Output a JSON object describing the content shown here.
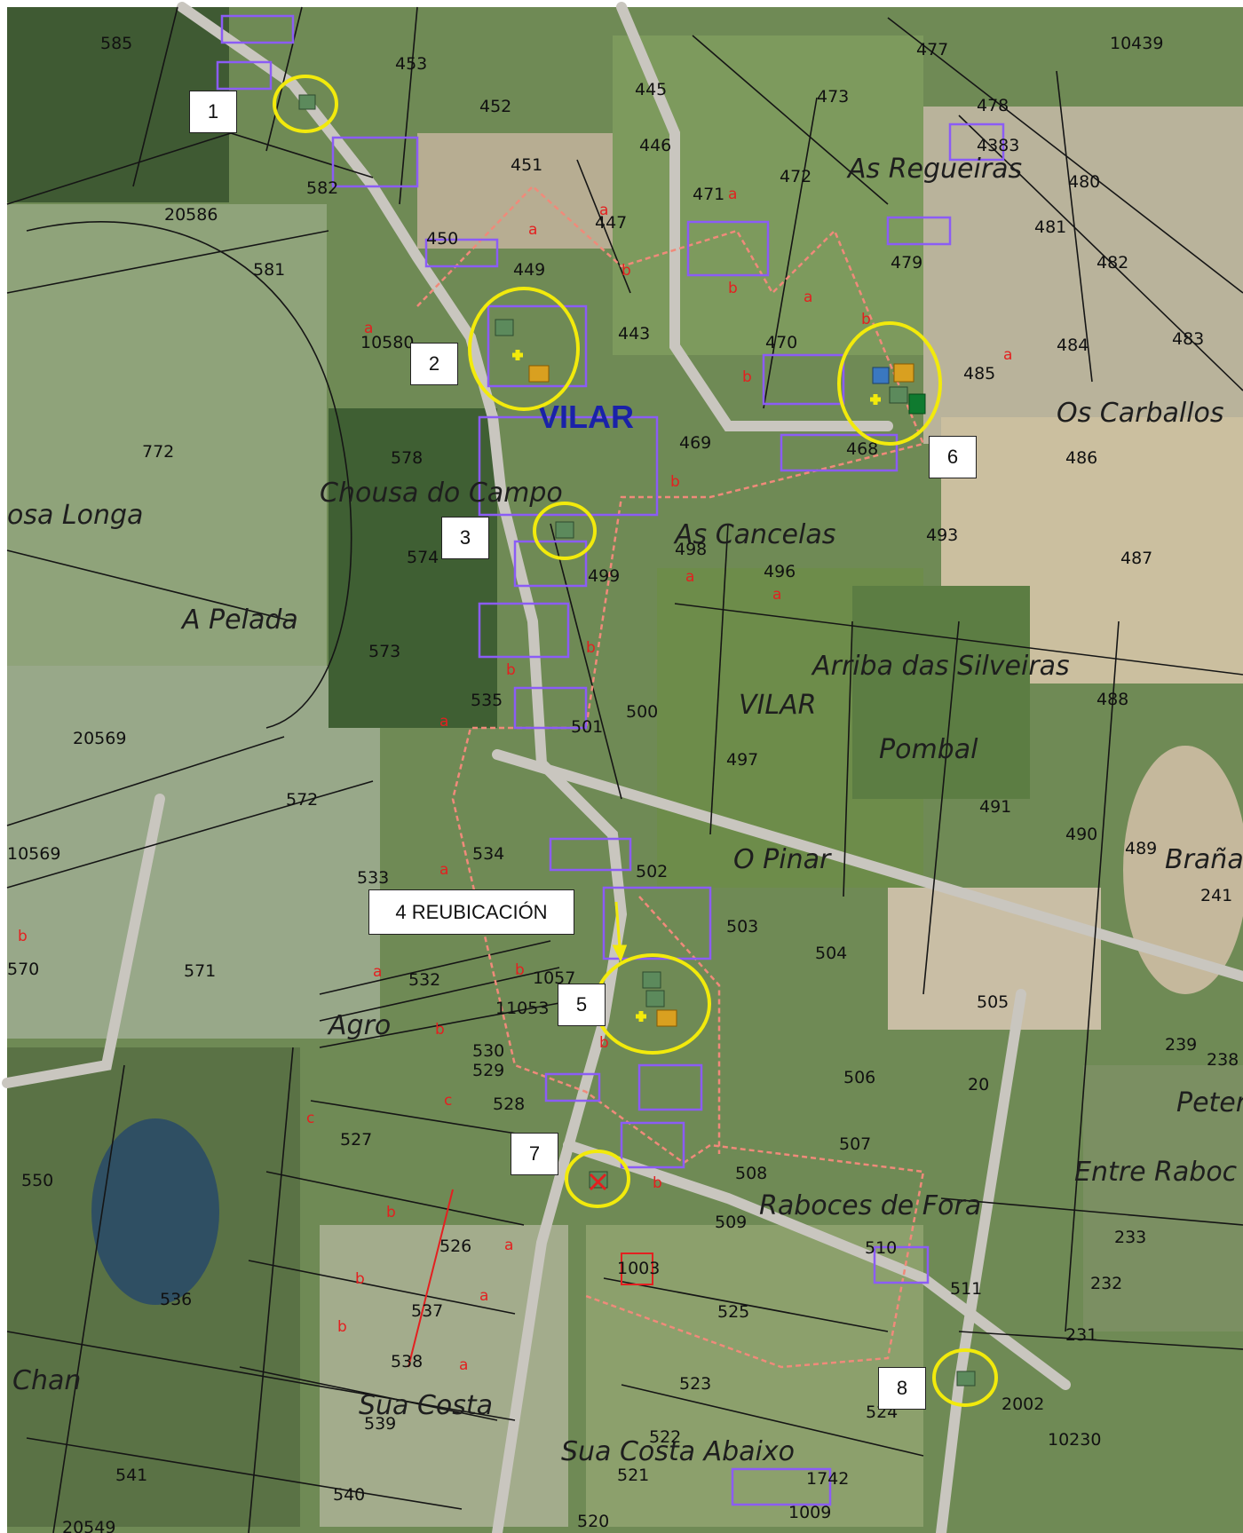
{
  "colors": {
    "ring": "#f2ea0c",
    "property_line": "#f08a7a",
    "buildings": "#8b5cf6",
    "red_marker": "#e32020",
    "road": "#c9c6bf",
    "water": "#2f4f63"
  },
  "callouts": [
    {
      "id": "c1",
      "label": "1"
    },
    {
      "id": "c2",
      "label": "2"
    },
    {
      "id": "c3",
      "label": "3"
    },
    {
      "id": "c4",
      "label": "4 REUBICACIÓN"
    },
    {
      "id": "c5",
      "label": "5"
    },
    {
      "id": "c6",
      "label": "6"
    },
    {
      "id": "c7",
      "label": "7"
    },
    {
      "id": "c8",
      "label": "8"
    }
  ],
  "place_names": {
    "vilar_main": "VILAR",
    "vilar_second": "VILAR",
    "as_regueiras": "As Regueiras",
    "os_carballos": "Os Carballos",
    "chousa_do_campo": "Chousa do Campo",
    "as_cancelas": "As Cancelas",
    "a_pelada": "A Pelada",
    "arriba_das_silveiras": "Arriba das Silveiras",
    "pombal": "Pombal",
    "o_pinar": "O Pinar",
    "agro": "Agro",
    "braña": "Braña",
    "raboces_de_fora": "Raboces de Fora",
    "entre_raboces": "Entre Raboc",
    "sua_costa": "Sua Costa",
    "sua_costa_abaixo": "Sua Costa Abaixo",
    "osa_longa": "osa Longa",
    "peter": "Peter",
    "chan": "Chan"
  },
  "parcel_numbers": [
    "585",
    "453",
    "452",
    "445",
    "446",
    "451",
    "447",
    "471",
    "472",
    "477",
    "473",
    "478",
    "4383",
    "10439",
    "480",
    "481",
    "482",
    "484",
    "483",
    "485",
    "486",
    "487",
    "479",
    "470",
    "469",
    "468",
    "493",
    "496",
    "498",
    "499",
    "443",
    "449",
    "450",
    "20586",
    "581",
    "582",
    "10580",
    "578",
    "772",
    "574",
    "573",
    "535",
    "500",
    "501",
    "497",
    "488",
    "491",
    "490",
    "489",
    "241",
    "20569",
    "572",
    "534",
    "533",
    "502",
    "503",
    "504",
    "505",
    "10569",
    "532",
    "571",
    "570",
    "1057",
    "11053",
    "530",
    "529",
    "528",
    "527",
    "506",
    "507",
    "508",
    "509",
    "510",
    "511",
    "239",
    "238",
    "233",
    "232",
    "231",
    "550",
    "536",
    "526",
    "537",
    "538",
    "539",
    "525",
    "523",
    "524",
    "522",
    "521",
    "520",
    "541",
    "540",
    "20549",
    "10230",
    "2002",
    "1003",
    "1009",
    "1742",
    "20"
  ],
  "legend_markers": {
    "green_bin": "green-container-icon",
    "orange_bin": "orange-container-icon",
    "blue_bin": "blue-container-icon",
    "dark_green_bin": "dark-green-container-icon",
    "plus": "yellow-plus-icon",
    "removed": "red-x-icon"
  }
}
